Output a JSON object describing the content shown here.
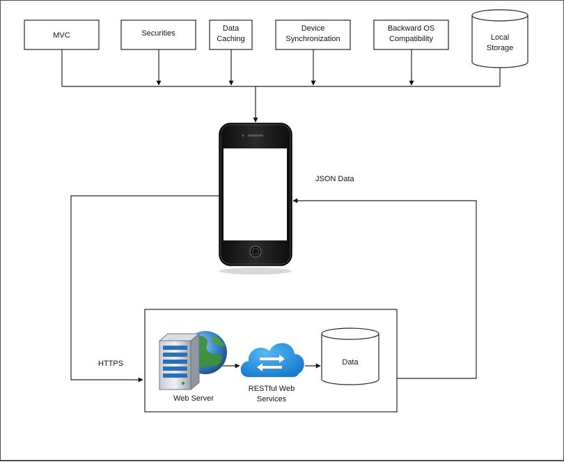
{
  "top_components": [
    {
      "lines": [
        "MVC"
      ]
    },
    {
      "lines": [
        "Securities"
      ]
    },
    {
      "lines": [
        "Data",
        "Caching"
      ]
    },
    {
      "lines": [
        "Device",
        "Synchronization"
      ]
    },
    {
      "lines": [
        "Backward OS",
        "Compatibility"
      ]
    }
  ],
  "local_storage": {
    "lines": [
      "Local",
      "Storage"
    ]
  },
  "labels": {
    "json": "JSON Data",
    "https": "HTTPS"
  },
  "server_group": {
    "web_server": "Web Server",
    "restful": [
      "RESTful Web",
      "Services"
    ],
    "data_store": "Data"
  },
  "colors": {
    "stroke": "#222222",
    "phone_body": "#1c1c1c",
    "globe": "#3f8f3a",
    "cloud": "#1e88d6"
  },
  "icons": {
    "phone": "smartphone-icon",
    "server": "web-server-icon",
    "cloud": "cloud-sync-icon"
  }
}
